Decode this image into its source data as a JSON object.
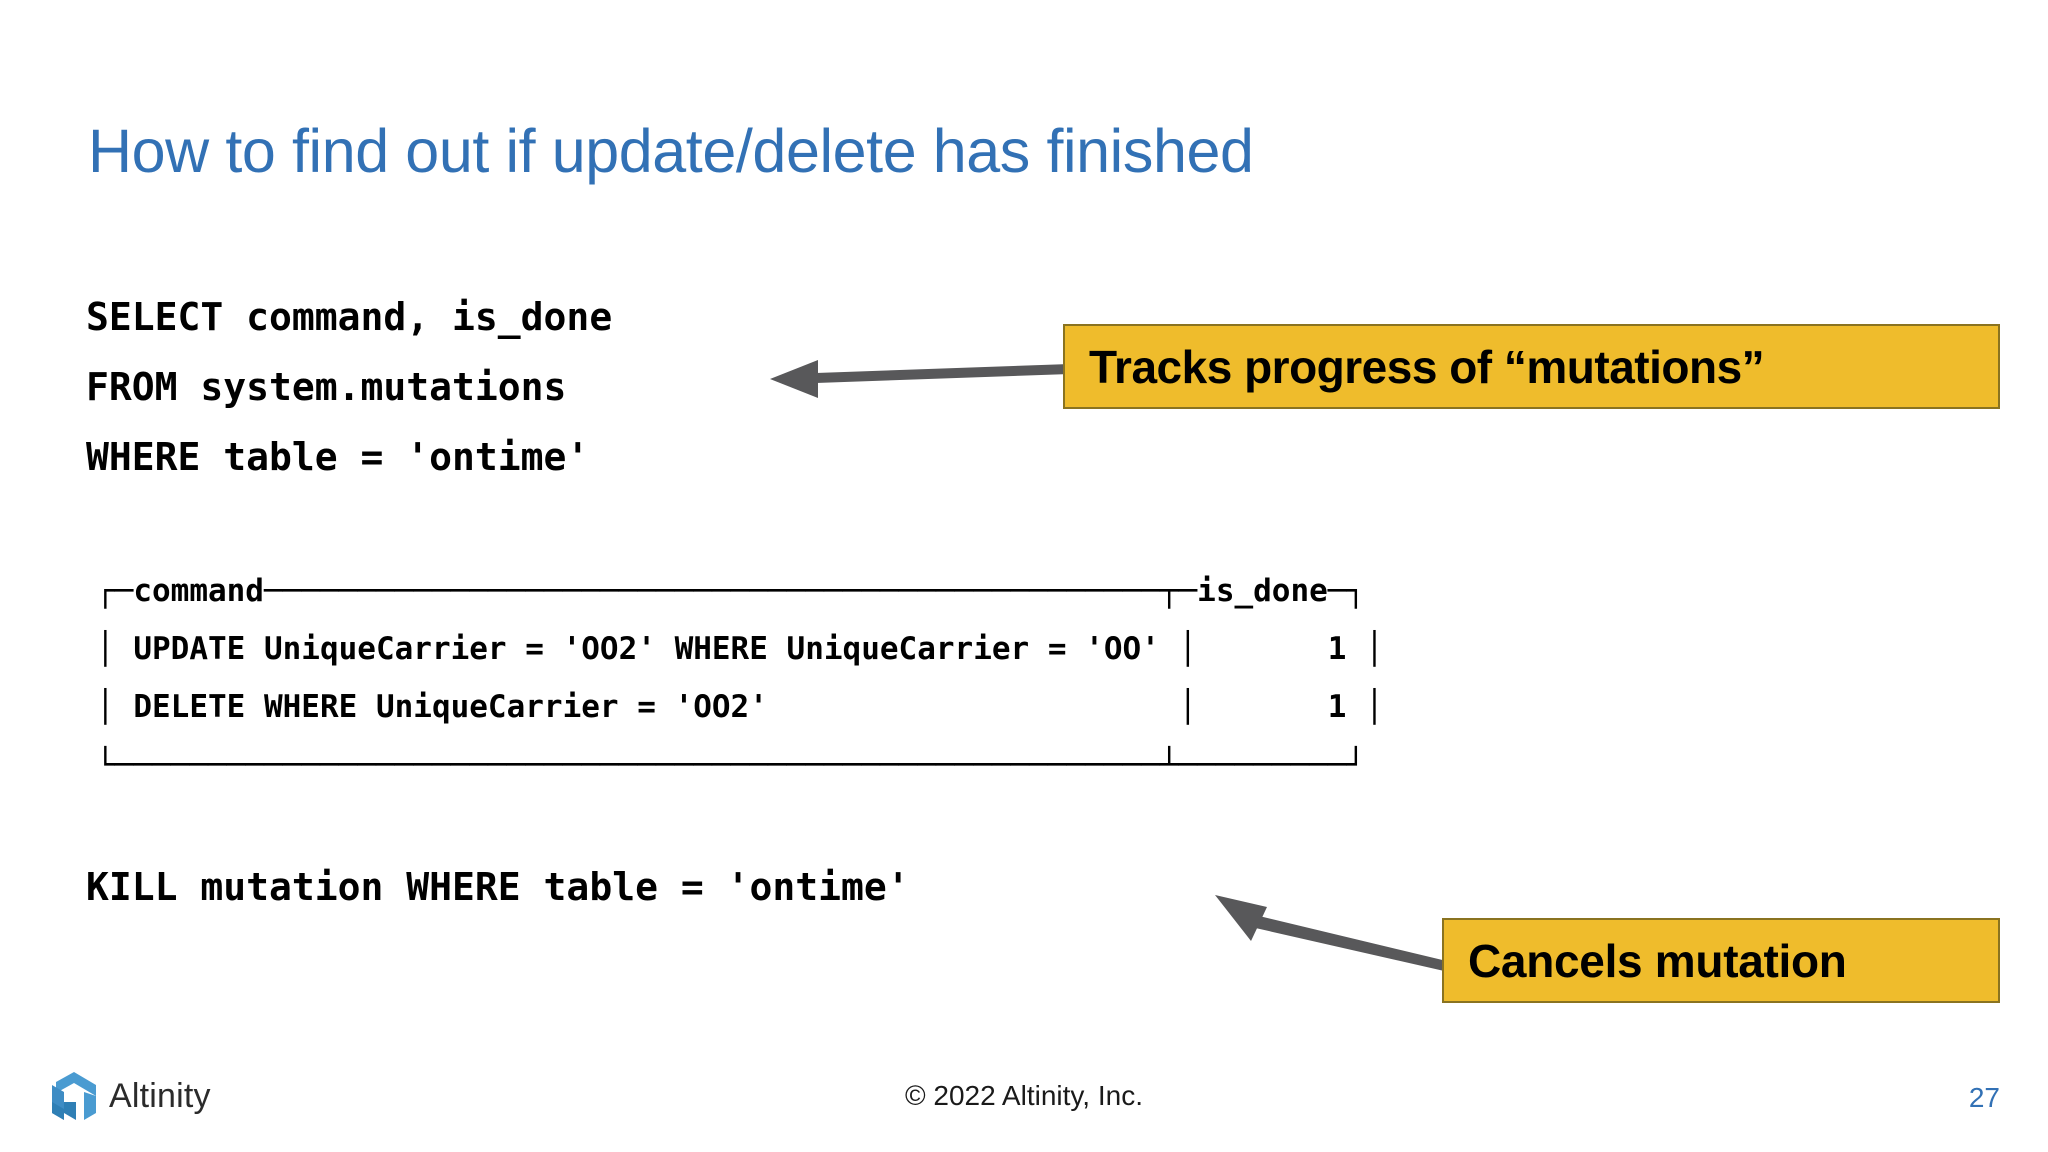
{
  "slide": {
    "title": "How to find out if update/delete has finished",
    "title_color": "#3271B5",
    "background": "#ffffff"
  },
  "sql_query": {
    "name": "mutations-query",
    "lines": [
      "SELECT command, is_done",
      "FROM system.mutations",
      "WHERE table = 'ontime'"
    ],
    "text": "SELECT command, is_done\nFROM system.mutations\nWHERE table = 'ontime'"
  },
  "result_table": {
    "columns": [
      "command",
      "is_done"
    ],
    "rows": [
      {
        "command": "UPDATE UniqueCarrier = 'OO2' WHERE UniqueCarrier = 'OO'",
        "is_done": "1"
      },
      {
        "command": "DELETE WHERE UniqueCarrier = 'OO2'",
        "is_done": "1"
      }
    ],
    "ascii": "┌─command────────────────────────────────────────────────┬─is_done─┐\n│ UPDATE UniqueCarrier = 'OO2' WHERE UniqueCarrier = 'OO' │       1 │\n│ DELETE WHERE UniqueCarrier = 'OO2'                      │       1 │\n└────────────────────────────────────────────────────────┴─────────┘"
  },
  "kill_statement": {
    "name": "kill-mutation-statement",
    "text": "KILL mutation WHERE table = 'ontime'"
  },
  "callouts": [
    {
      "id": "tracks",
      "label": "Tracks progress of “mutations”",
      "fill": "#EFBC2C",
      "text_color": "#000000"
    },
    {
      "id": "cancels",
      "label": "Cancels mutation",
      "fill": "#EFBC2C",
      "text_color": "#000000"
    }
  ],
  "arrows": {
    "color": "#58585A",
    "tracks_arrow_target": "FROM system.mutations",
    "cancels_arrow_target": "KILL mutation WHERE table = 'ontime'"
  },
  "footer": {
    "brand": "Altinity",
    "copyright": "© 2022 Altinity, Inc.",
    "page_number": "27",
    "page_number_color": "#3271B5",
    "logo_colors": {
      "light": "#4A9BD1",
      "dark": "#2F7FB5"
    }
  }
}
